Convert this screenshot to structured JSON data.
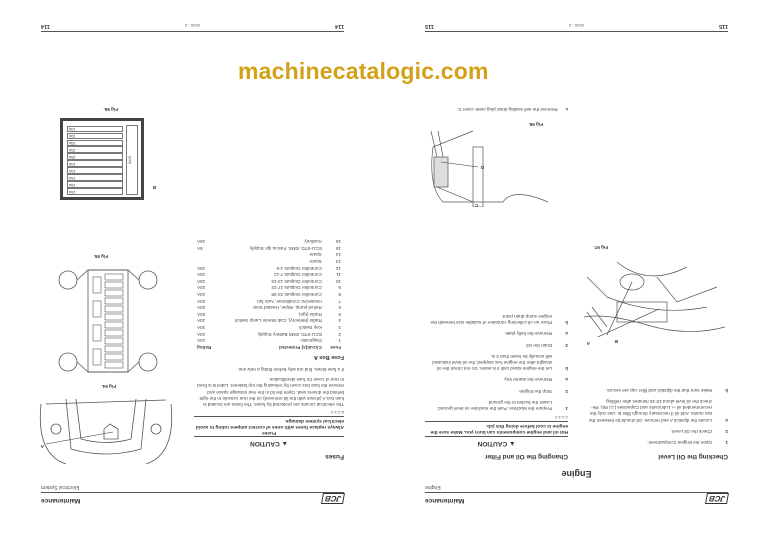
{
  "left_page": {
    "header": {
      "section": "Maintenance",
      "subsection": "Engine",
      "logo": "JCB"
    },
    "title": "Engine",
    "check_oil": {
      "heading": "Checking the Oil Level",
      "steps": [
        {
          "n": "1",
          "text": "Open the Engine Compartment."
        },
        {
          "n": "2",
          "text": "Check the Oil Level."
        },
        {
          "n": "a",
          "text": "Locate the dipstick A and remove. Oil should be between the two marks. Add oil if necessary through filler B. Use only the recommended oil ⇨ Lubricants and Capacities (📖 86). Re-check the oil level about 10-15 minutes after refilling."
        },
        {
          "n": "b",
          "text": "Make sure that the dipstick and filler cap are secure."
        }
      ],
      "figure_label": "Fig 97.",
      "callouts": [
        "A",
        "B"
      ]
    },
    "change_oil": {
      "heading": "Changing the Oil and Filter",
      "caution": "CAUTION",
      "warning": "Hot oil and engine components can burn you. Make sure the engine is cool before doing this job.",
      "code": "2-3-3-2",
      "steps": [
        {
          "n": "1",
          "text": "Prepare the Machine. Park the machine on level ground. Lower the bucket to the ground."
        },
        {
          "n": "2",
          "text": "Stop the Engine."
        },
        {
          "n": "a",
          "text": "Remove the starter key."
        },
        {
          "n": "b",
          "text": "Let the engine stand until it is warm. Do not check the oil straight after the engine has stopped, the oil level indicated will actually be lower than it is."
        },
        {
          "n": "3",
          "text": "Drain the Oil"
        },
        {
          "n": "a",
          "text": "Remove the belly plate"
        },
        {
          "n": "b",
          "text": "Place an oil collecting container of suitable size beneath the engine sump drain point."
        }
      ],
      "figure_label": "Fig 98.",
      "callouts": [
        "C",
        "D"
      ],
      "after_step": {
        "n": "c",
        "text": "Remove the self sealing drain plug outer cover C."
      }
    },
    "footer": {
      "page_left": "115",
      "center": "9040 - 2",
      "page_right": "115"
    }
  },
  "right_page": {
    "header": {
      "section": "Maintenance",
      "subsection": "Electrical System",
      "logo": "JCB"
    },
    "fuses": {
      "heading": "Fuses",
      "caution": "CAUTION",
      "warning_title": "Fuses",
      "warning": "Always replace fuses with ones of correct ampere rating to avoid electrical system damage.",
      "code": "8-3-3-5",
      "body": "The electrical circuits are protected by fuses. The fuses are located in fuse box A (shown with the lid removed) on the rear console to the right behind the drivers seat. Open the lid in the rear stowage space and remove the fuse box cover by releasing the top fastener. Label B is fixed to rear of cover for fuse identification.",
      "note": "If a fuse blows, find out why before fitting a new one.",
      "table_title": "Fuse Box A",
      "columns": [
        "Fuse",
        "Circuit(s) Protected",
        "Rating"
      ],
      "rows": [
        [
          "1",
          "Diagnostic",
          "10A"
        ],
        [
          "2",
          "ECU-STD, EMS Battery Supply",
          "10A"
        ],
        [
          "3",
          "Key Switch",
          "10A"
        ],
        [
          "4",
          "Radio (Memory), Cab Interior Lamp Switch",
          "10A"
        ],
        [
          "5",
          "Radio (Ign).",
          "20A"
        ],
        [
          "6",
          "Refuel pump, Wiper, Heated Seat",
          "20A"
        ],
        [
          "7",
          "Heater/Air Conditioner, Auto fan",
          "20A"
        ],
        [
          "8",
          "Controller Outputs 23-28",
          "10A"
        ],
        [
          "9",
          "Controller Outputs 17-22",
          "10A"
        ],
        [
          "10",
          "Controller Outputs 13-16",
          "15A"
        ],
        [
          "11",
          "Controller Outputs 7-12",
          "15A"
        ],
        [
          "12",
          "Controller Outputs 1-6",
          "15A"
        ],
        [
          "13",
          "Spare",
          ""
        ],
        [
          "14",
          "Spare",
          ""
        ],
        [
          "15",
          "ECU-STD, EMS, Fascia Ign Supply",
          "5A"
        ],
        [
          "16",
          "Auxiliary",
          "15A"
        ]
      ],
      "fig94": {
        "label": "Fig 94.",
        "callout": "A"
      },
      "fig95": {
        "label": "Fig 95."
      },
      "fig96": {
        "label": "Fig 96.",
        "callout": "B",
        "label_text": "AUX",
        "ratings": [
          "15A",
          "15A",
          "15A",
          "10A",
          "10A",
          "20A",
          "20A",
          "20A",
          "10A",
          "10A"
        ]
      }
    },
    "footer": {
      "page_left": "114",
      "center": "9040 - 2",
      "page_right": "114"
    }
  },
  "watermark": "machinecatalogic.com"
}
